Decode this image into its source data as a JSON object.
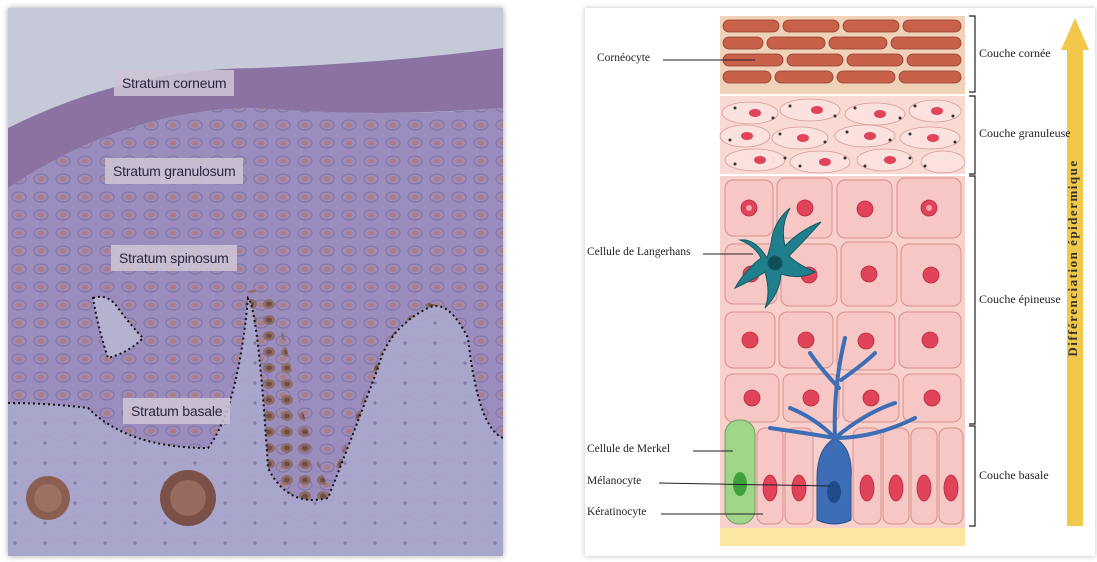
{
  "histology": {
    "labels": {
      "corneum": "Stratum corneum",
      "granulosum": "Stratum granulosum",
      "spinosum": "Stratum spinosum",
      "basale": "Stratum basale"
    }
  },
  "diagram": {
    "cell_labels": {
      "corneocyte": "Cornéocyte",
      "langerhans": "Cellule de Langerhans",
      "merkel": "Cellule de Merkel",
      "melanocyte": "Mélanocyte",
      "keratinocyte": "Kératinocyte"
    },
    "layer_labels": {
      "cornee": "Couche cornée",
      "granuleuse": "Couche granuleuse",
      "epineuse": "Couche épineuse",
      "basale": "Couche basale"
    },
    "arrow_label": "Différenciation épidermique",
    "colors": {
      "corneum": "#c9604a",
      "keratinocyte": "#f6c7c4",
      "nucleus": "#e0435a",
      "langerhans": "#1f7f8c",
      "melanocyte": "#3d6db5",
      "merkel": "#9fd68a",
      "arrow": "#f2c84b"
    }
  }
}
